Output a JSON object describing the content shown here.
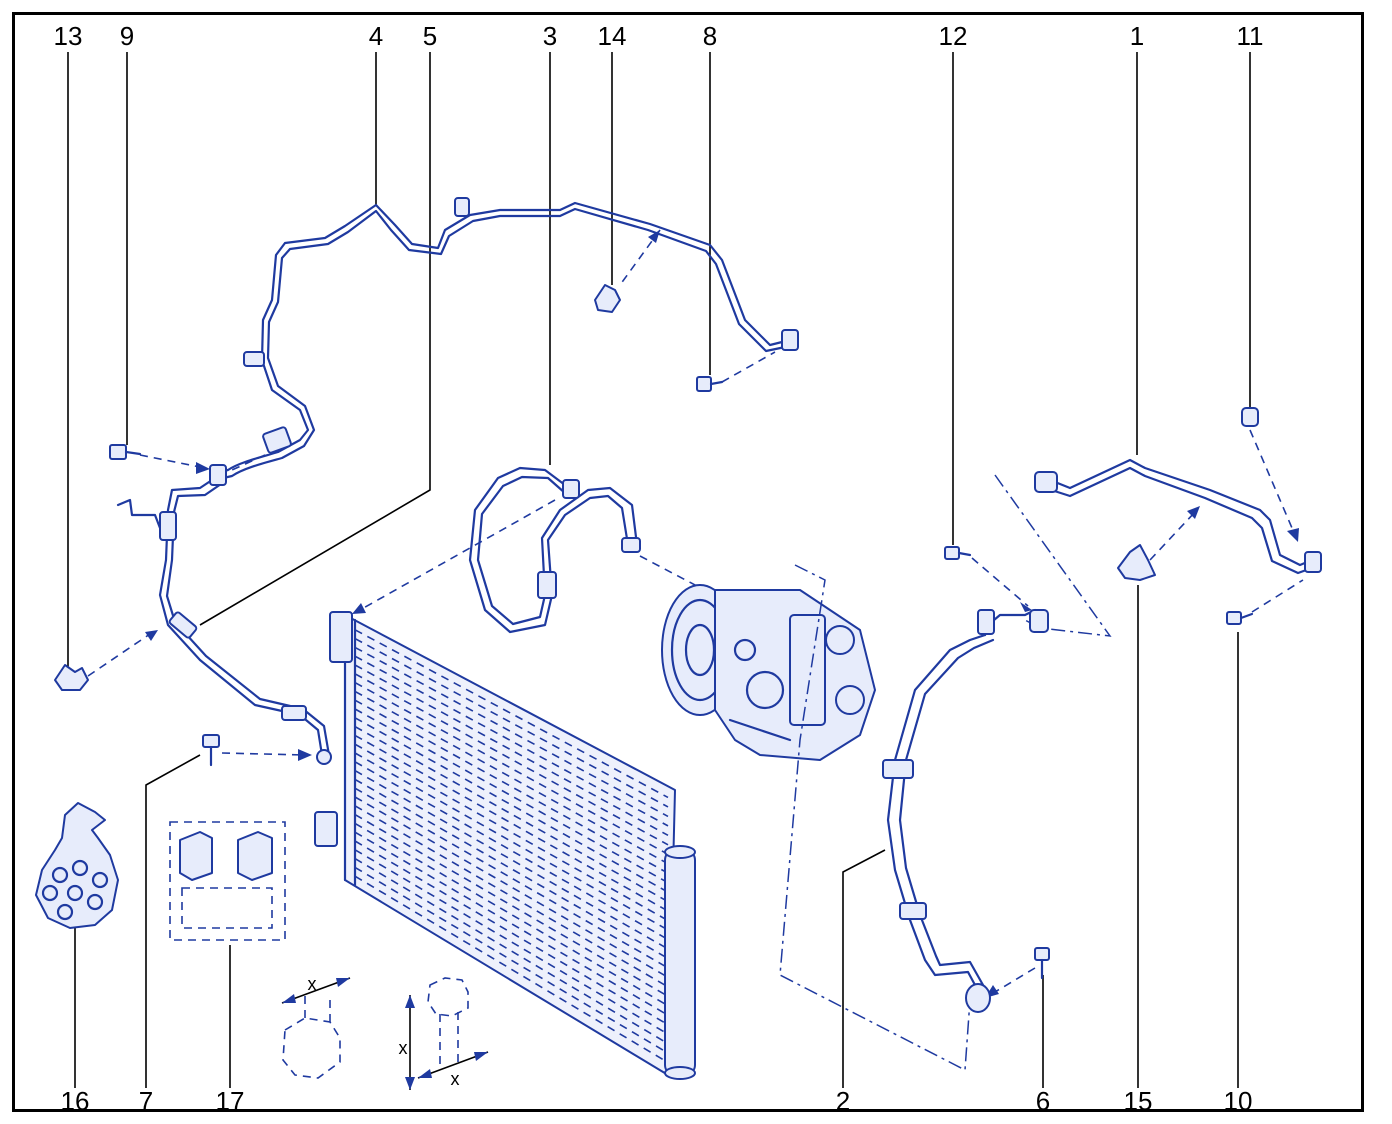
{
  "diagram": {
    "callouts_top": [
      "13",
      "9",
      "4",
      "5",
      "3",
      "14",
      "8",
      "12",
      "1",
      "11"
    ],
    "callouts_bottom": [
      "16",
      "7",
      "17",
      "2",
      "6",
      "15",
      "10"
    ],
    "dimension_label": "x",
    "colors": {
      "line": "#1f3aa0",
      "fill": "#e7ecfb",
      "text": "#000000",
      "frame": "#000000"
    }
  }
}
